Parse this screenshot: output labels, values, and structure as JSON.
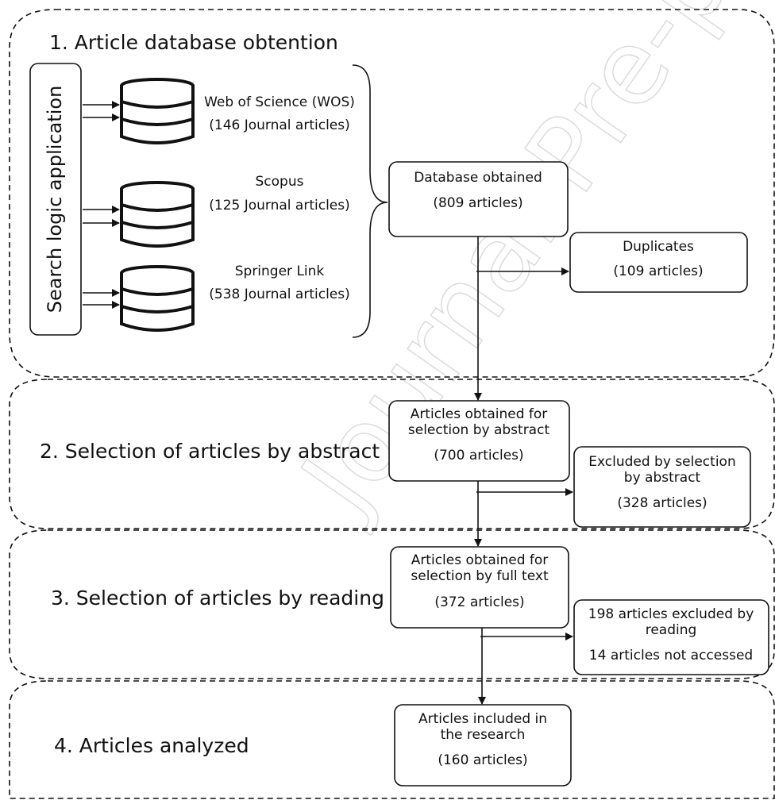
{
  "watermark": "Journal Pre-proof",
  "sections": [
    {
      "title": "1. Article database obtention"
    },
    {
      "title": "2. Selection of articles by abstract"
    },
    {
      "title": "3. Selection of articles by reading"
    },
    {
      "title": "4. Articles analyzed"
    }
  ],
  "search_box": {
    "label": "Search logic application"
  },
  "databases": [
    {
      "name": "Web of Science (WOS)",
      "count": "(146 Journal articles)",
      "icon": "database-icon"
    },
    {
      "name": "Scopus",
      "count": "(125 Journal articles)",
      "icon": "database-icon"
    },
    {
      "name": "Springer Link",
      "count": "(538 Journal articles)",
      "icon": "database-icon"
    }
  ],
  "boxes": {
    "database_obtained": {
      "line1": "Database obtained",
      "line2": "(809 articles)"
    },
    "duplicates": {
      "line1": "Duplicates",
      "line2": "(109 articles)"
    },
    "abstract_obtained": {
      "line1": "Articles obtained for",
      "line2": "selection by abstract",
      "line3": "(700 articles)"
    },
    "abstract_excluded": {
      "line1": "Excluded by selection",
      "line2": "by abstract",
      "line3": "(328 articles)"
    },
    "fulltext_obtained": {
      "line1": "Articles obtained for",
      "line2": "selection by full text",
      "line3": "(372 articles)"
    },
    "reading_excluded": {
      "line1": "198 articles excluded by",
      "line2": "reading",
      "line3": "14 articles not accessed"
    },
    "included": {
      "line1": "Articles included in",
      "line2": "the research",
      "line3": "(160 articles)"
    }
  }
}
